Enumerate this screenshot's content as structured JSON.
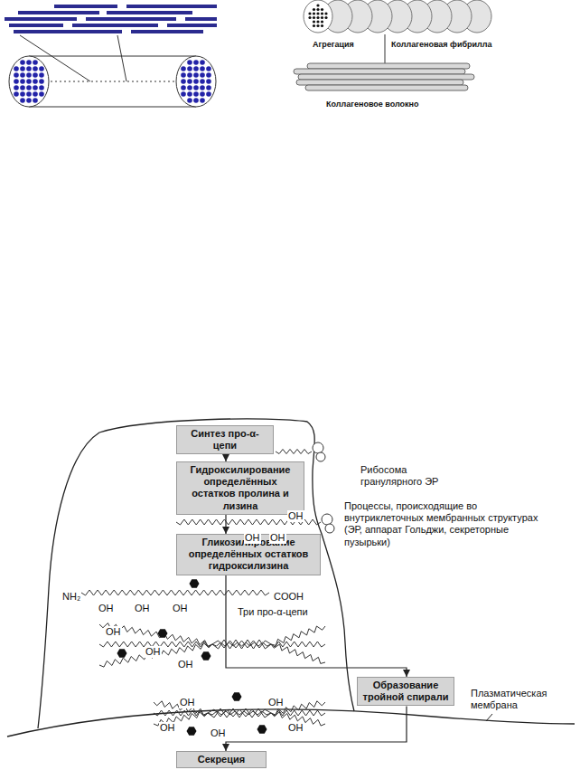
{
  "diagram": {
    "nodes": [
      {
        "text": [
          "Синтез про-α-цепи"
        ]
      },
      {
        "text": [
          "Гидроксилирование определённых остатков пролина и лизина"
        ]
      },
      {
        "text": [
          "Гликозилирование определённых остатков гидроксилизина"
        ]
      },
      {
        "text": [
          "Образование тройной спирали"
        ]
      },
      {
        "text": [
          "Секреция"
        ]
      }
    ],
    "edges": [
      {
        "from": 0,
        "to": 1,
        "arrow": "to"
      },
      {
        "from": 1,
        "to": 2,
        "arrow": "to"
      },
      {
        "from": 2,
        "to": 3,
        "arrow": "to"
      },
      {
        "from": 3,
        "to": 4,
        "arrow": "to"
      }
    ],
    "labels": [
      "Агрегация",
      "Коллагеновая фибрилла",
      "Коллагеновое волокно",
      "Рибосома гранулярного ЭР",
      "Процессы, происходящие во внутриклеточных мембранных структурах (ЭР, аппарат Гольджи, секреторные пузырьки)",
      "OH",
      "OH",
      "OH",
      "NH₂",
      "OH",
      "OH",
      "OH",
      "COOH",
      "Три про-α-цепи",
      "OH",
      "OH",
      "OH",
      "OH",
      "OH",
      "OH",
      "OH",
      "OH",
      "Плазматическая мембрана"
    ]
  }
}
